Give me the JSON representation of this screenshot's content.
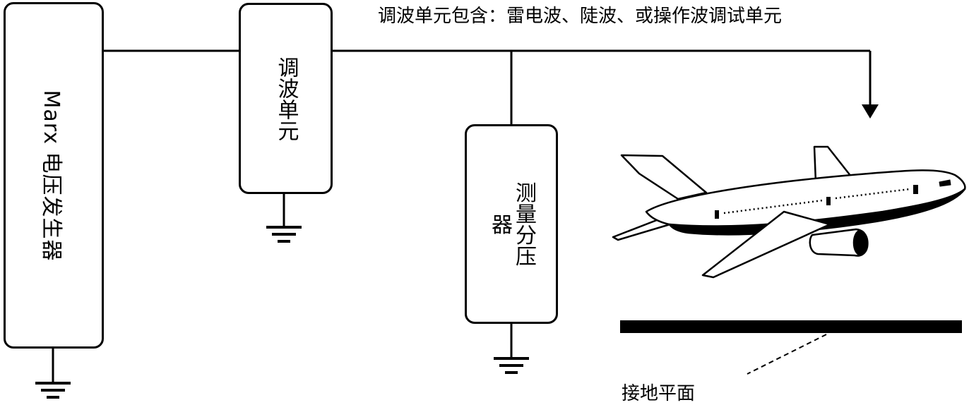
{
  "note": "调波单元包含：雷电波、陡波、或操作波调试单元",
  "marx_generator": {
    "label": "Marx 电压发生器"
  },
  "wave_unit": {
    "label": "调波单元"
  },
  "divider": {
    "label": "测量分压器"
  },
  "ground_plane": {
    "label": "接地平面"
  },
  "icons": {
    "airplane": "airplane-icon",
    "ground": "ground-symbol-icon",
    "arrow": "arrow-down-icon"
  },
  "colors": {
    "line": "#000000",
    "background": "#ffffff"
  }
}
